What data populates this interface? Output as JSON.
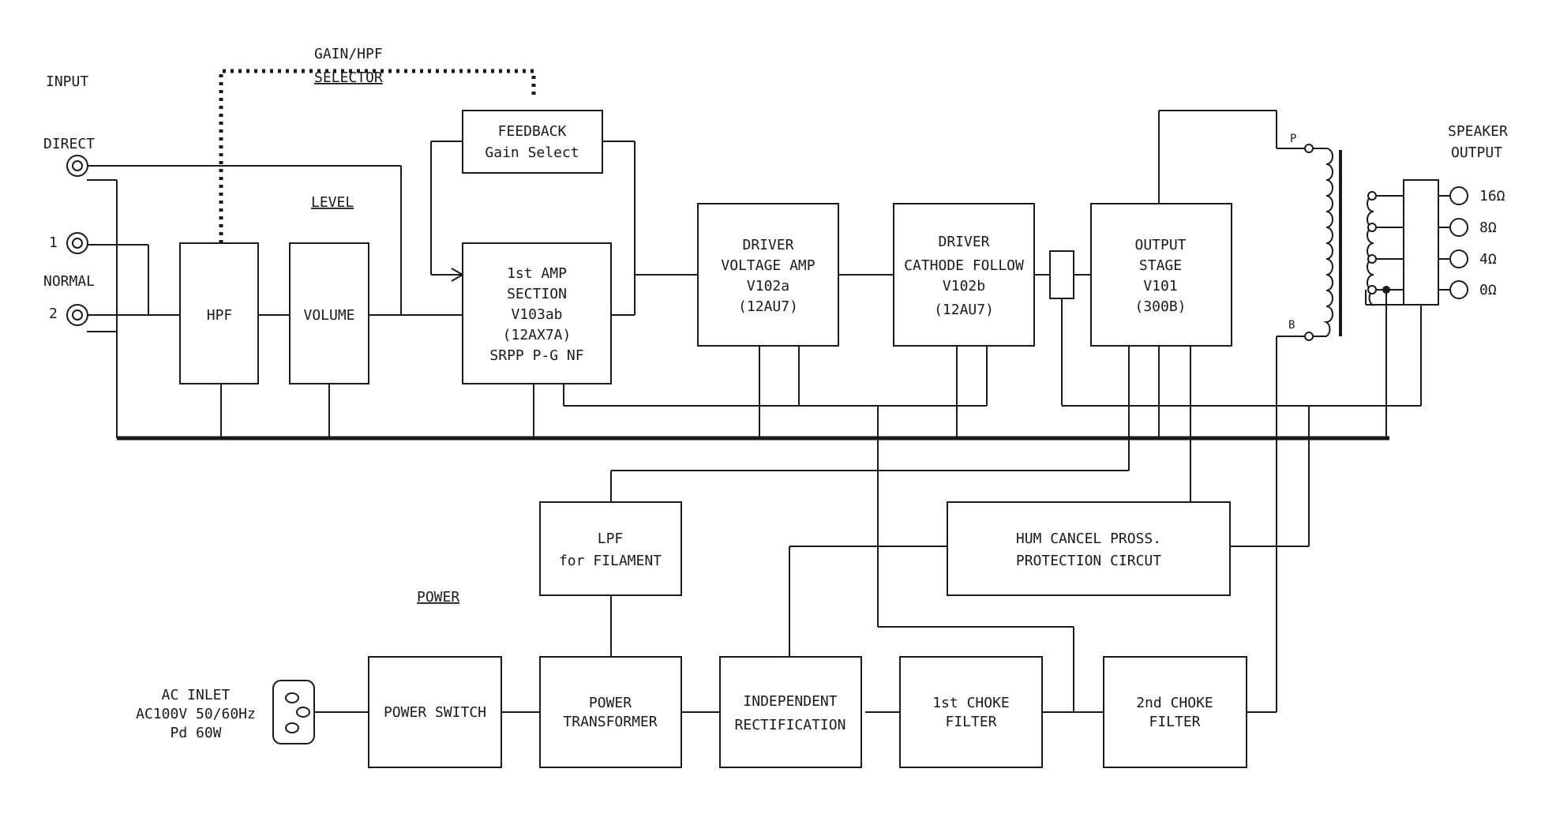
{
  "labels": {
    "input": "INPUT",
    "direct": "DIRECT",
    "in1": "1",
    "normal": "NORMAL",
    "in2": "2",
    "gain_hpf": "GAIN/HPF",
    "selector": "SELECTOR",
    "level": "LEVEL",
    "power": "POWER",
    "speaker": "SPEAKER",
    "output": "OUTPUT",
    "tap_p": "P",
    "tap_b": "B",
    "imp_16": "16Ω",
    "imp_8": "8Ω",
    "imp_4": "4Ω",
    "imp_0": "0Ω",
    "ac_inlet_1": "AC INLET",
    "ac_inlet_2": "AC100V 50/60Hz",
    "ac_inlet_3": "Pd 60W"
  },
  "blocks": {
    "hpf": [
      "HPF"
    ],
    "volume": [
      "VOLUME"
    ],
    "feedback": [
      "FEEDBACK",
      "Gain Select"
    ],
    "amp1": [
      "1st AMP",
      "SECTION",
      "V103ab",
      "(12AX7A)",
      "SRPP P-G NF"
    ],
    "driver_va": [
      "DRIVER",
      "VOLTAGE AMP",
      "V102a",
      "(12AU7)"
    ],
    "driver_cf": [
      "DRIVER",
      "CATHODE FOLLOW",
      "V102b",
      "(12AU7)"
    ],
    "output_stage": [
      "OUTPUT",
      "STAGE",
      "V101",
      "(300B)"
    ],
    "lpf": [
      "LPF",
      "for FILAMENT"
    ],
    "hum": [
      "HUM CANCEL PROSS.",
      "PROTECTION CIRCUT"
    ],
    "power_switch": [
      "POWER SWITCH"
    ],
    "power_transformer": [
      "POWER",
      "TRANSFORMER"
    ],
    "rectification": [
      "INDEPENDENT",
      "RECTIFICATION"
    ],
    "choke1": [
      "1st CHOKE",
      "FILTER"
    ],
    "choke2": [
      "2nd CHOKE",
      "FILTER"
    ]
  }
}
